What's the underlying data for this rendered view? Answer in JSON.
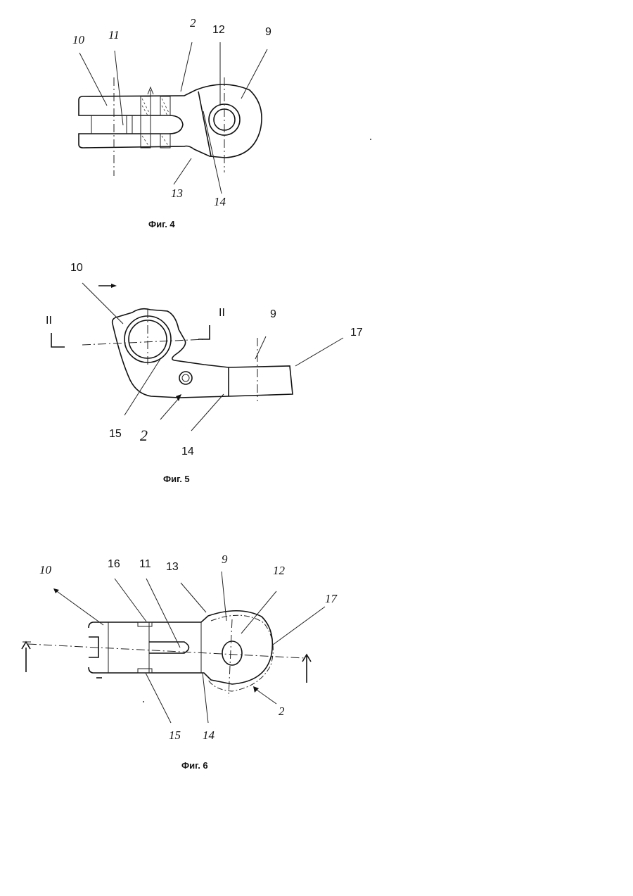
{
  "figures": [
    {
      "caption": "Фиг. 4",
      "labels": {
        "l10": "10",
        "l11": "11",
        "l2": "2",
        "l12": "12",
        "l9": "9",
        "l13": "13",
        "l14": "14"
      }
    },
    {
      "caption": "Фиг. 5",
      "labels": {
        "l10": "10",
        "l9": "9",
        "l17": "17",
        "l15": "15",
        "l2": "2",
        "l14": "14",
        "sec_left": "II",
        "sec_right": "II"
      }
    },
    {
      "caption": "Фиг. 6",
      "labels": {
        "l10": "10",
        "l16": "16",
        "l11": "11",
        "l13": "13",
        "l9": "9",
        "l12": "12",
        "l17": "17",
        "l2": "2",
        "l15": "15",
        "l14": "14"
      }
    }
  ]
}
